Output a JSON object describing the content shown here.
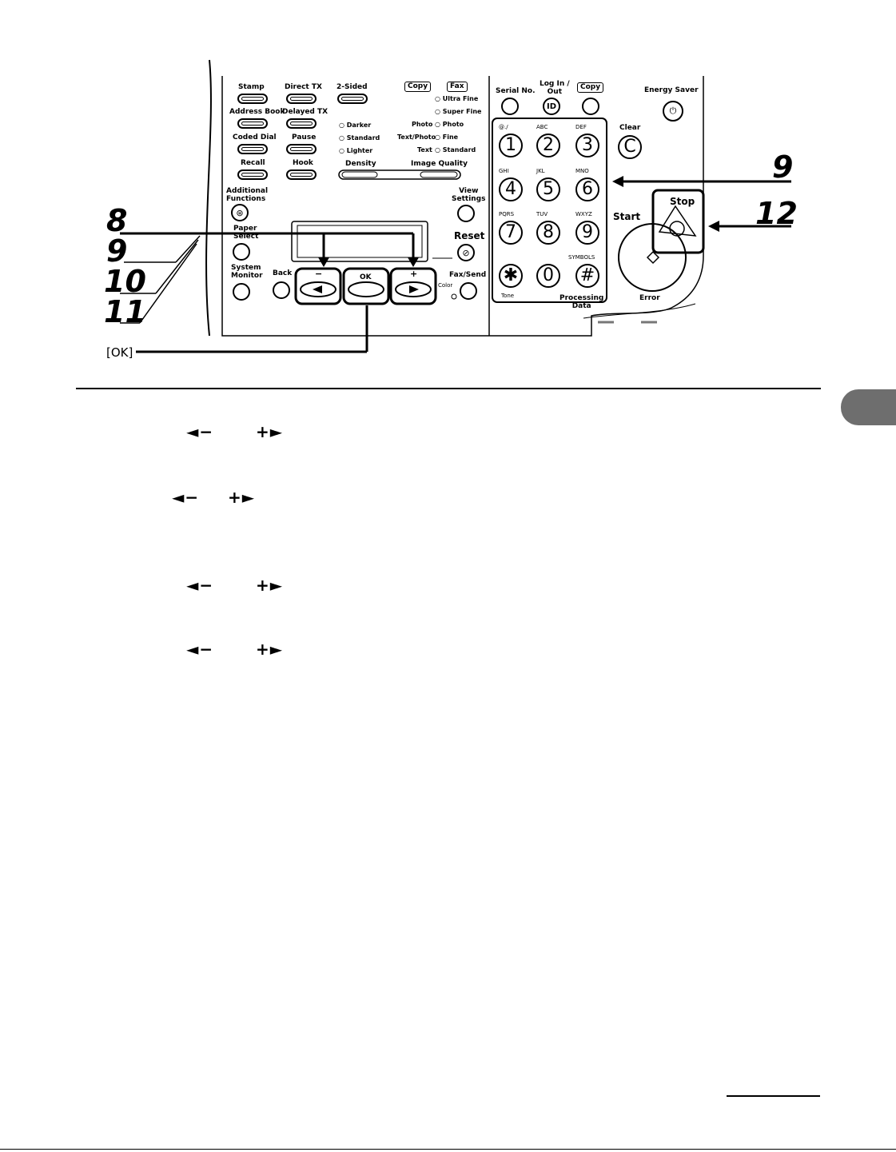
{
  "panel": {
    "row1": {
      "stamp": "Stamp",
      "direct_tx": "Direct TX",
      "two_sided": "2-Sided",
      "copy_badge": "Copy",
      "fax_badge": "Fax",
      "ultra_fine": "Ultra Fine",
      "super_fine": "Super Fine"
    },
    "row2": {
      "address_book": "Address Book",
      "delayed_tx": "Delayed TX",
      "darker": "Darker",
      "photo_left": "Photo",
      "photo_right": "Photo"
    },
    "row3": {
      "coded_dial": "Coded Dial",
      "pause": "Pause",
      "standard_left": "Standard",
      "text_photo": "Text/Photo",
      "fine": "Fine"
    },
    "row4": {
      "lighter": "Lighter",
      "text": "Text",
      "standard_right": "Standard"
    },
    "row5": {
      "recall": "Recall",
      "hook": "Hook",
      "density": "Density",
      "image_quality": "Image Quality"
    },
    "additional_functions": "Additional\nFunctions",
    "paper_select": "Paper\nSelect",
    "view_settings": "View\nSettings",
    "reset": "Reset",
    "system_monitor": "System\nMonitor",
    "back": "Back",
    "minus": "−",
    "ok": "OK",
    "plus": "+",
    "fax_send": "Fax/Send",
    "color": "Color",
    "serial_no": "Serial No.",
    "log_in_out": "Log In /\nOut",
    "id_key": "ID",
    "copy_right": "Copy",
    "energy_saver": "Energy Saver",
    "clear": "Clear",
    "clear_key": "C",
    "start": "Start",
    "stop": "Stop",
    "error": "Error",
    "processing_data": "Processing\nData",
    "tone": "Tone",
    "symbols": "SYMBOLS",
    "keypad": [
      {
        "digit": "1",
        "sub": "@./"
      },
      {
        "digit": "2",
        "sub": "ABC"
      },
      {
        "digit": "3",
        "sub": "DEF"
      },
      {
        "digit": "4",
        "sub": "GHI"
      },
      {
        "digit": "5",
        "sub": "JKL"
      },
      {
        "digit": "6",
        "sub": "MNO"
      },
      {
        "digit": "7",
        "sub": "PQRS"
      },
      {
        "digit": "8",
        "sub": "TUV"
      },
      {
        "digit": "9",
        "sub": "WXYZ"
      },
      {
        "digit": "✱",
        "sub": ""
      },
      {
        "digit": "0",
        "sub": ""
      },
      {
        "digit": "#",
        "sub": ""
      }
    ]
  },
  "callouts": {
    "step8": "8",
    "step9_left": "9",
    "step10": "10",
    "step11": "11",
    "step9_right": "9",
    "step12": "12",
    "ok_label": "[OK]"
  },
  "instructions": {
    "arrows_minus": "◄−",
    "arrows_plus": "+►"
  }
}
